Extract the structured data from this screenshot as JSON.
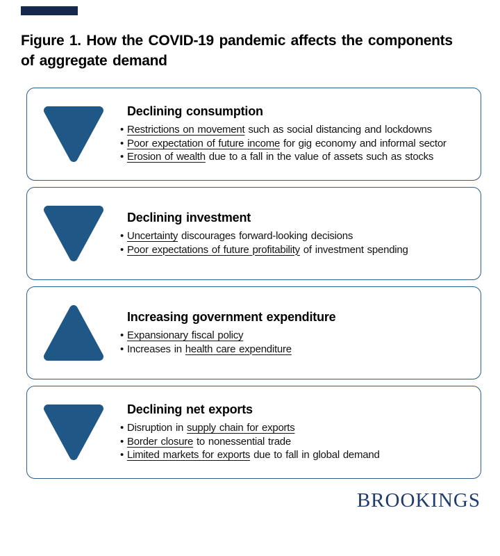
{
  "figure": {
    "title_line1": "Figure 1. How the COVID-19 pandemic affects the components",
    "title_line2": "of aggregate demand"
  },
  "boxes": [
    {
      "direction": "down",
      "heading": "Declining consumption",
      "bullets": [
        [
          {
            "text": "Restrictions on movement",
            "underline": true
          },
          {
            "text": " such as social distancing and lockdowns",
            "underline": false
          }
        ],
        [
          {
            "text": "Poor expectation of future income",
            "underline": true
          },
          {
            "text": " for gig economy and informal sector",
            "underline": false
          }
        ],
        [
          {
            "text": "Erosion of wealth",
            "underline": true
          },
          {
            "text": " due to a fall in the value of assets such as stocks",
            "underline": false
          }
        ]
      ]
    },
    {
      "direction": "down",
      "heading": "Declining investment",
      "bullets": [
        [
          {
            "text": "Uncertainty",
            "underline": true
          },
          {
            "text": " discourages forward-looking decisions",
            "underline": false
          }
        ],
        [
          {
            "text": "Poor expectations of future profitability",
            "underline": true
          },
          {
            "text": " of investment spending",
            "underline": false
          }
        ]
      ]
    },
    {
      "direction": "up",
      "heading": "Increasing government expenditure",
      "bullets": [
        [
          {
            "text": "Expansionary fiscal policy",
            "underline": true
          }
        ],
        [
          {
            "text": "Increases in ",
            "underline": false
          },
          {
            "text": "health care expenditure",
            "underline": true
          }
        ]
      ]
    },
    {
      "direction": "down",
      "heading": "Declining net exports",
      "bullets": [
        [
          {
            "text": "Disruption in ",
            "underline": false
          },
          {
            "text": "supply chain for exports",
            "underline": true
          }
        ],
        [
          {
            "text": "Border closure",
            "underline": true
          },
          {
            "text": " to nonessential trade",
            "underline": false
          }
        ],
        [
          {
            "text": "Limited markets for exports",
            "underline": true
          },
          {
            "text": " due to fall in global demand",
            "underline": false
          }
        ]
      ]
    }
  ],
  "footer": {
    "logo": "BROOKINGS"
  },
  "colors": {
    "triangle_blue": "#1f5787",
    "box_border": "#2b5d8a",
    "brand_navy": "#15294e",
    "logo_navy": "#1e3c6e"
  }
}
